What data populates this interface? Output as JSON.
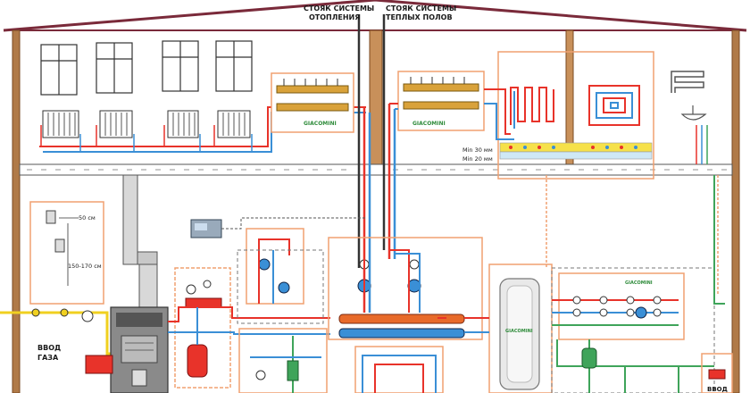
{
  "labels": {
    "riser_heating_line1": "СТОЯК СИСТЕМЫ",
    "riser_heating_line2": "ОТОПЛЕНИЯ",
    "riser_floor_line1": "СТОЯК СИСТЕМЫ",
    "riser_floor_line2": "ТЕПЛЫХ ПОЛОВ",
    "min_30": "Min 30 мм",
    "min_20": "Min 20 мм",
    "height_50": "50 см",
    "height_150_170": "150-170 см",
    "gas_input_line1": "ВВОД",
    "gas_input_line2": "ГАЗА",
    "water_input": "ВВОД",
    "brand_manifold_left": "GIACOMINI",
    "brand_manifold_right": "GIACOMINI",
    "brand_boiler_tank": "GIACOMINI",
    "brand_right_manifold": "GIACOMINI"
  },
  "colors": {
    "hot_pipe": "#e8332a",
    "cold_pipe": "#3a8fd6",
    "green_pipe": "#3fa45a",
    "yellow_pipe": "#f0d020",
    "box_outline": "#f0a070",
    "roof": "#7a2a3a",
    "wall_brown": "#9a6a3a",
    "brand_green": "#2e8b3a"
  },
  "icons": {
    "radiator": "radiator-icon",
    "window": "window-icon",
    "pump": "pump-icon",
    "valve": "valve-icon",
    "expansion_tank": "expansion-tank-icon",
    "boiler": "boiler-icon",
    "storage_tank": "storage-tank-icon",
    "sink": "sink-icon",
    "underfloor_loop": "underfloor-loop-icon"
  }
}
